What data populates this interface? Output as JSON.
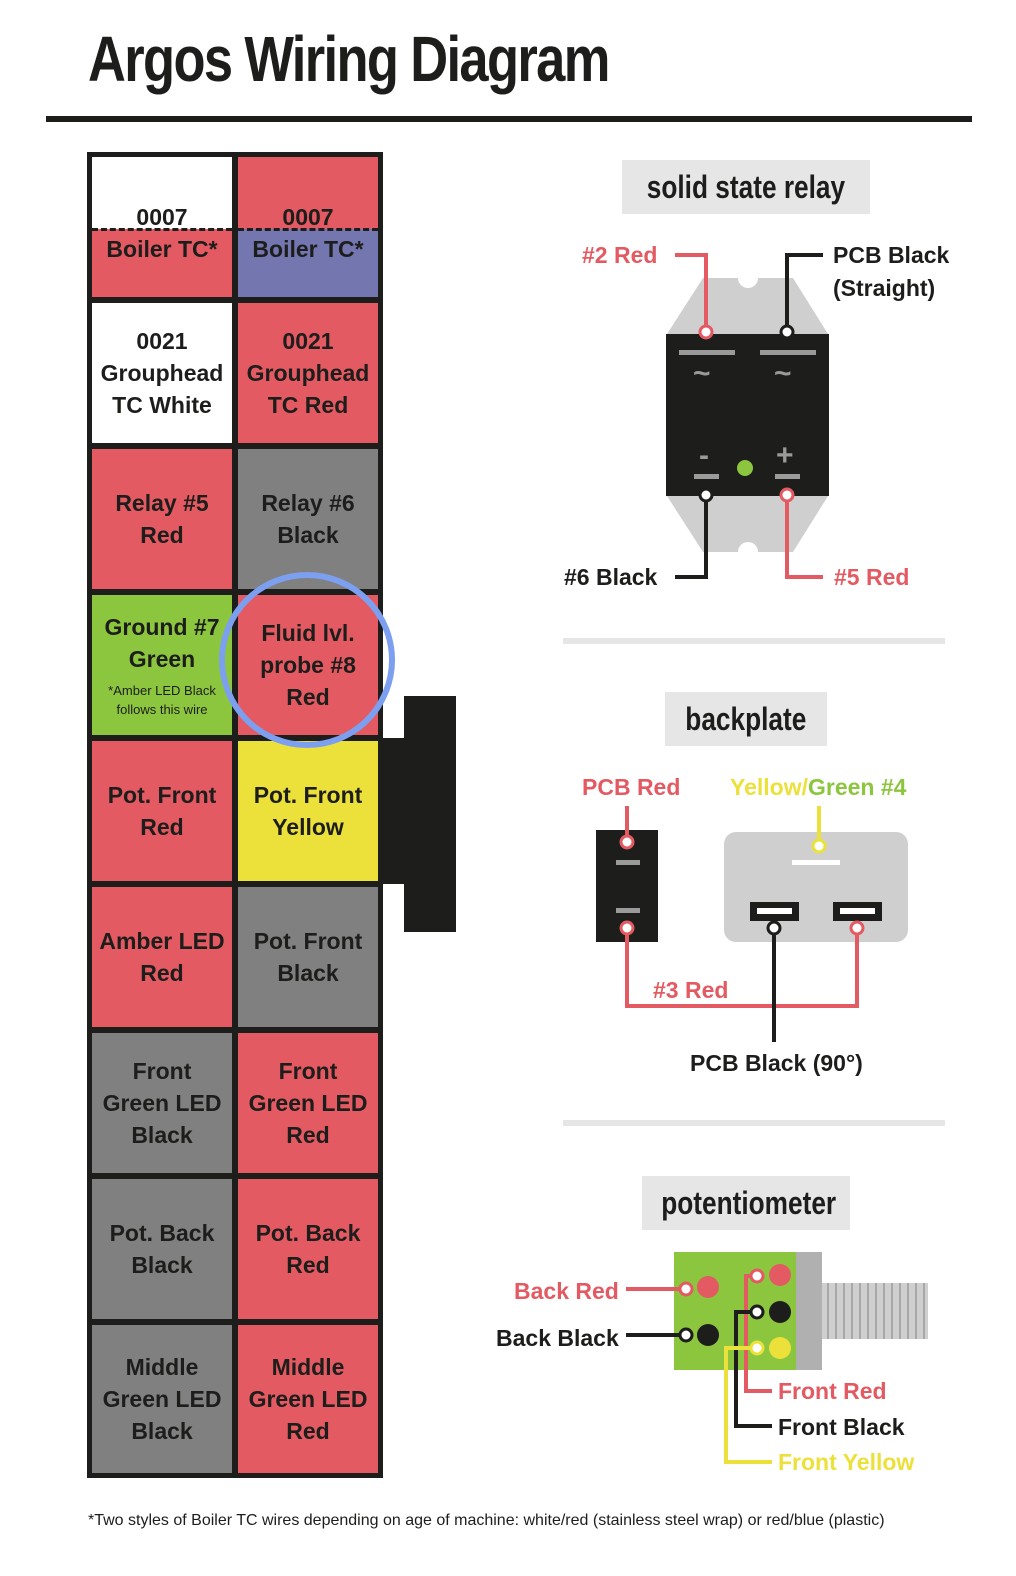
{
  "title": "Argos Wiring Diagram",
  "connector_grid": {
    "row1": {
      "left": {
        "number": "0007",
        "label": "Boiler TC*"
      },
      "right": {
        "number": "0007",
        "label": "Boiler TC*"
      }
    },
    "row2": {
      "left": {
        "line1": "0021",
        "line2": "Grouphead",
        "line3": "TC White"
      },
      "right": {
        "line1": "0021",
        "line2": "Grouphead",
        "line3": "TC Red"
      }
    },
    "row3": {
      "left": {
        "line1": "Relay #5",
        "line2": "Red"
      },
      "right": {
        "line1": "Relay #6",
        "line2": "Black"
      }
    },
    "row4": {
      "left": {
        "line1": "Ground #7",
        "line2": "Green",
        "note1": "*Amber LED Black",
        "note2": "follows this wire"
      },
      "right": {
        "line1": "Fluid lvl.",
        "line2": "probe #8",
        "line3": "Red"
      }
    },
    "row5": {
      "left": {
        "line1": "Pot. Front",
        "line2": "Red"
      },
      "right": {
        "line1": "Pot. Front",
        "line2": "Yellow"
      }
    },
    "row6": {
      "left": {
        "line1": "Amber LED",
        "line2": "Red"
      },
      "right": {
        "line1": "Pot. Front",
        "line2": "Black"
      }
    },
    "row7": {
      "left": {
        "line1": "Front",
        "line2": "Green LED",
        "line3": "Black"
      },
      "right": {
        "line1": "Front",
        "line2": "Green LED",
        "line3": "Red"
      }
    },
    "row8": {
      "left": {
        "line1": "Pot. Back",
        "line2": "Black"
      },
      "right": {
        "line1": "Pot. Back",
        "line2": "Red"
      }
    },
    "row9": {
      "left": {
        "line1": "Middle",
        "line2": "Green LED",
        "line3": "Black"
      },
      "right": {
        "line1": "Middle",
        "line2": "Green LED",
        "line3": "Red"
      }
    }
  },
  "relay": {
    "heading": "solid state relay",
    "wire_2": "#2 Red",
    "pcb_black_1": "PCB Black",
    "pcb_black_2": "(Straight)",
    "wire_6": "#6 Black",
    "wire_5": "#5 Red",
    "terminal_ac": "~",
    "terminal_minus": "-",
    "terminal_plus": "+"
  },
  "backplate": {
    "heading": "backplate",
    "pcb_red": "PCB Red",
    "yellow_part": "Yellow/",
    "green_part": "Green #4",
    "wire_3": "#3 Red",
    "pcb_black_90": "PCB Black (90°)"
  },
  "potentiometer": {
    "heading": "potentiometer",
    "back_red": "Back Red",
    "back_black": "Back Black",
    "front_red": "Front Red",
    "front_black": "Front Black",
    "front_yellow": "Front Yellow"
  },
  "footnote": "*Two styles of Boiler TC wires depending on age of machine: white/red (stainless steel wrap) or red/blue (plastic)",
  "colors": {
    "red": "#e35a62",
    "black": "#1d1d1b",
    "gray": "#808080",
    "green": "#8cc63f",
    "yellow": "#ece13b",
    "blue": "#7476b0",
    "highlight_ring": "#7d9ff0",
    "light_gray": "#e6e6e6"
  }
}
